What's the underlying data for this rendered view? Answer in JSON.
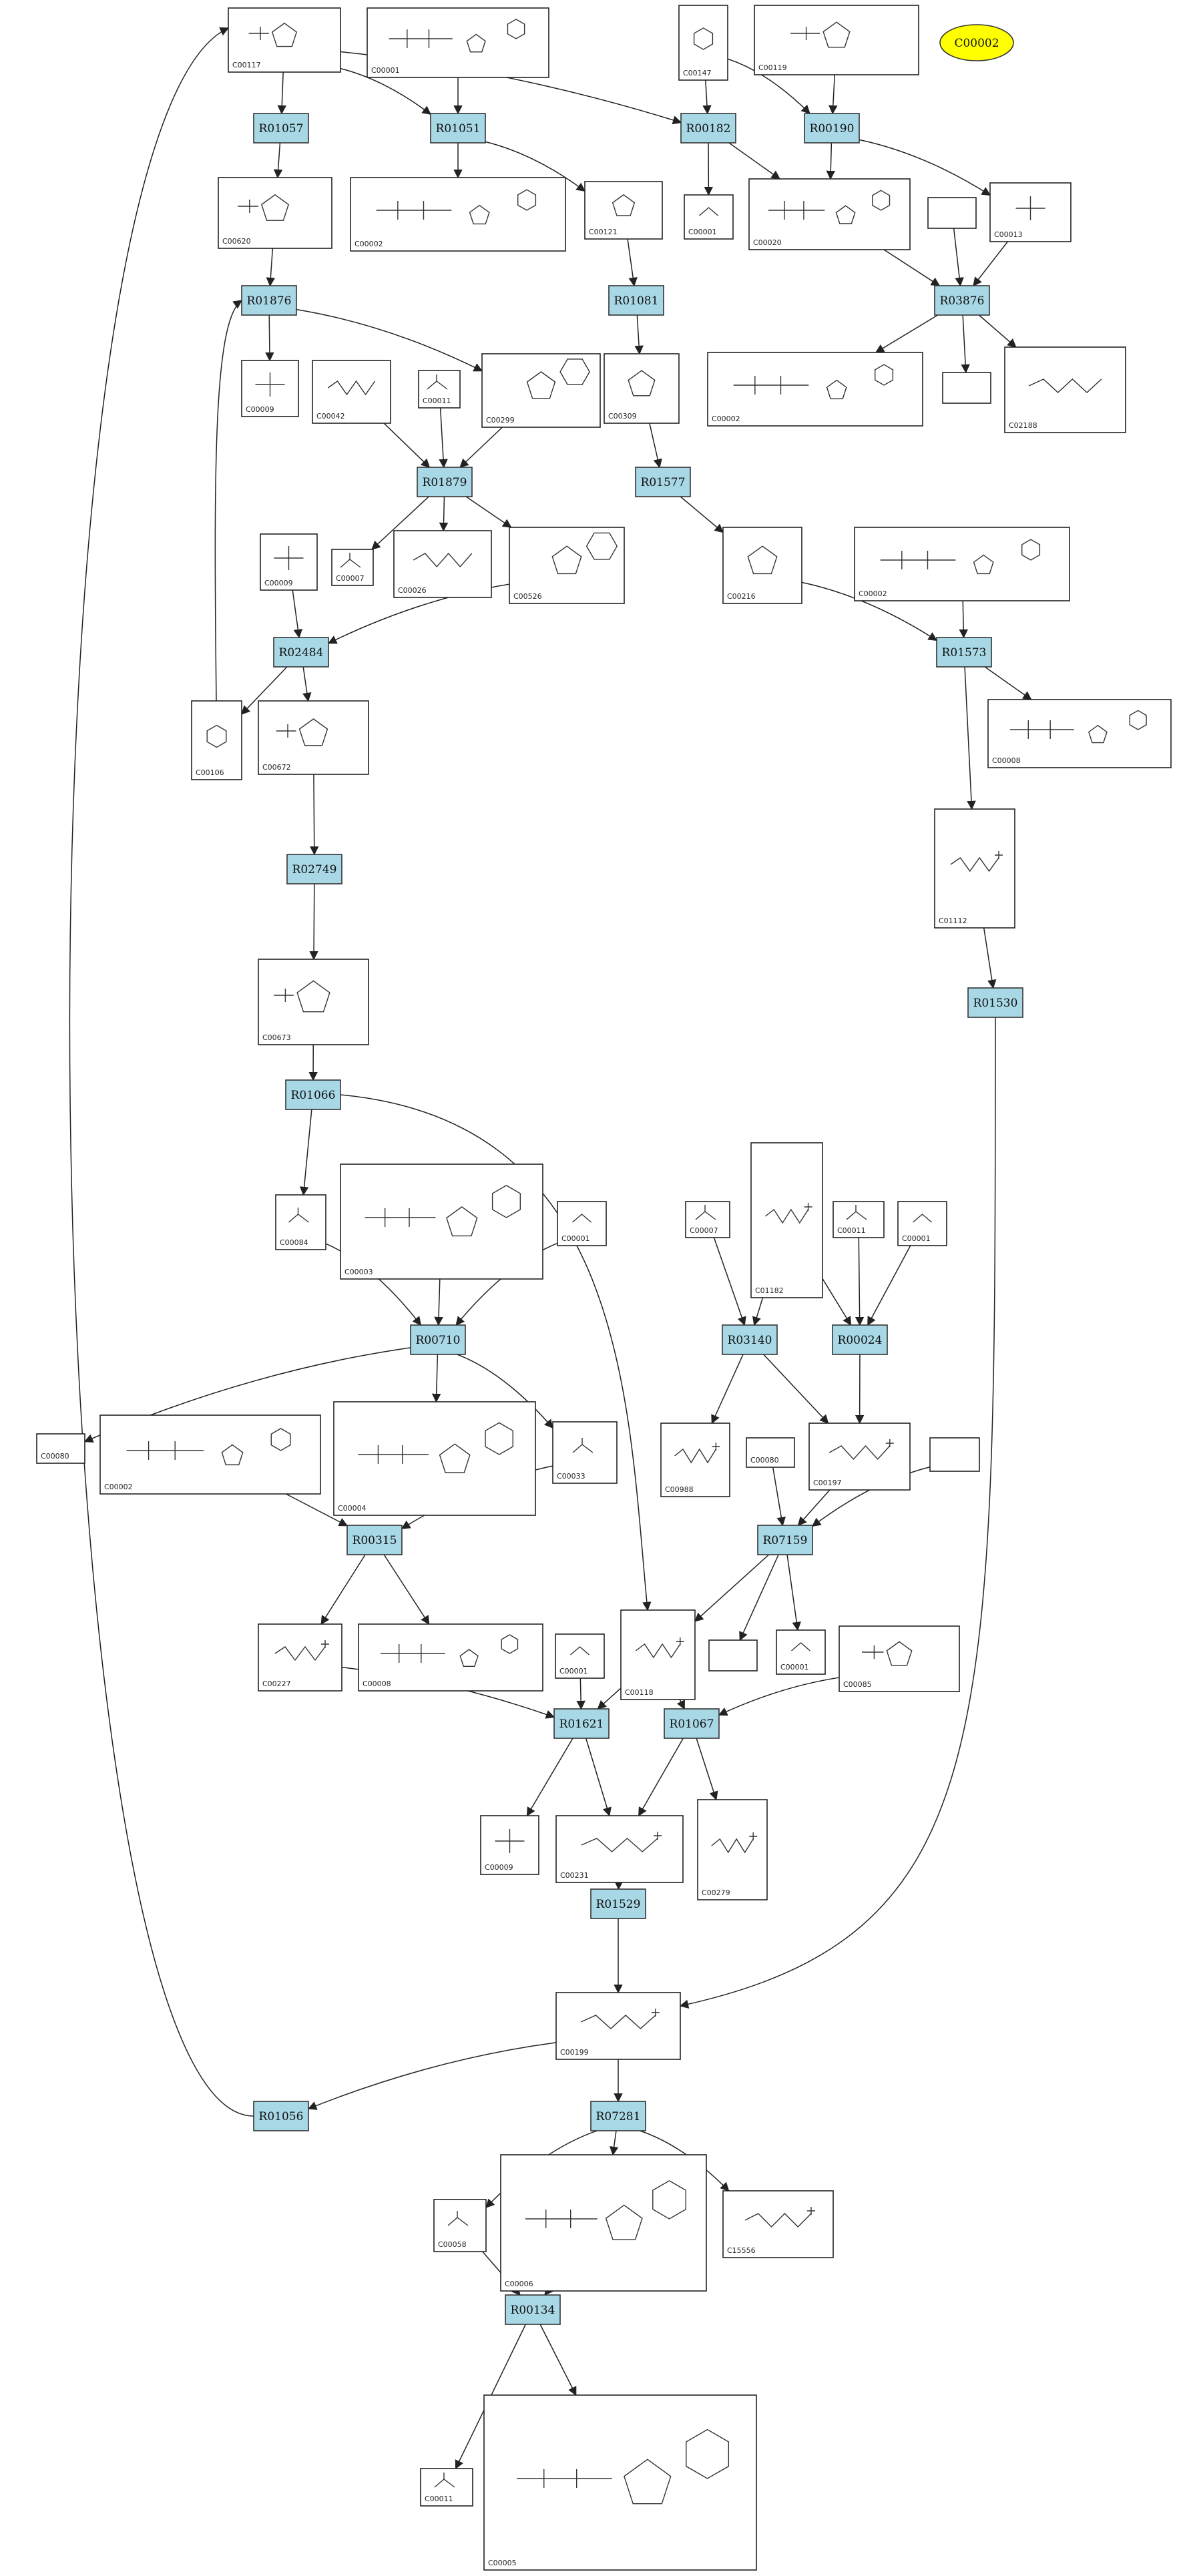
{
  "highlight": "C00002",
  "reactions": [
    {
      "id": "R01057",
      "label": "R01057"
    },
    {
      "id": "R01051",
      "label": "R01051"
    },
    {
      "id": "R00182",
      "label": "R00182"
    },
    {
      "id": "R00190",
      "label": "R00190"
    },
    {
      "id": "R01876",
      "label": "R01876"
    },
    {
      "id": "R01081",
      "label": "R01081"
    },
    {
      "id": "R03876",
      "label": "R03876"
    },
    {
      "id": "R01879",
      "label": "R01879"
    },
    {
      "id": "R01577",
      "label": "R01577"
    },
    {
      "id": "R02484",
      "label": "R02484"
    },
    {
      "id": "R01573",
      "label": "R01573"
    },
    {
      "id": "R02749",
      "label": "R02749"
    },
    {
      "id": "R01530",
      "label": "R01530"
    },
    {
      "id": "R01066",
      "label": "R01066"
    },
    {
      "id": "R00710",
      "label": "R00710"
    },
    {
      "id": "R03140",
      "label": "R03140"
    },
    {
      "id": "R00024",
      "label": "R00024"
    },
    {
      "id": "R00315",
      "label": "R00315"
    },
    {
      "id": "R07159",
      "label": "R07159"
    },
    {
      "id": "R01621",
      "label": "R01621"
    },
    {
      "id": "R01067",
      "label": "R01067"
    },
    {
      "id": "R01529",
      "label": "R01529"
    },
    {
      "id": "R01056",
      "label": "R01056"
    },
    {
      "id": "R07281",
      "label": "R07281"
    },
    {
      "id": "R00134",
      "label": "R00134"
    }
  ],
  "compounds": [
    {
      "id": "c00117",
      "label": "C00117",
      "kind": "ring-phosphate"
    },
    {
      "id": "c00001a",
      "label": "C00001",
      "kind": "nucleotide"
    },
    {
      "id": "c00147",
      "label": "C00147",
      "kind": "base"
    },
    {
      "id": "c00119",
      "label": "C00119",
      "kind": "ring-phosphate"
    },
    {
      "id": "c00620",
      "label": "C00620",
      "kind": "ring-phosphate"
    },
    {
      "id": "c00002a",
      "label": "C00002",
      "kind": "nucleotide"
    },
    {
      "id": "c00121",
      "label": "C00121",
      "kind": "ring"
    },
    {
      "id": "c00001b",
      "label": "C00001",
      "kind": "water"
    },
    {
      "id": "c00020",
      "label": "C00020",
      "kind": "nucleotide"
    },
    {
      "id": "blank1",
      "label": "",
      "kind": "blank"
    },
    {
      "id": "c00013",
      "label": "C00013",
      "kind": "phosphate"
    },
    {
      "id": "c00009a",
      "label": "C00009",
      "kind": "phosphate"
    },
    {
      "id": "c00042",
      "label": "C00042",
      "kind": "chain"
    },
    {
      "id": "c00011a",
      "label": "C00011",
      "kind": "small"
    },
    {
      "id": "c00299",
      "label": "C00299",
      "kind": "ring-base"
    },
    {
      "id": "c00309",
      "label": "C00309",
      "kind": "ring"
    },
    {
      "id": "c00002b",
      "label": "C00002",
      "kind": "nucleotide"
    },
    {
      "id": "blank2",
      "label": "",
      "kind": "blank"
    },
    {
      "id": "c02188",
      "label": "C02188",
      "kind": "chain"
    },
    {
      "id": "c00009b",
      "label": "C00009",
      "kind": "phosphate"
    },
    {
      "id": "c00007a",
      "label": "C00007",
      "kind": "small"
    },
    {
      "id": "c00026",
      "label": "C00026",
      "kind": "chain"
    },
    {
      "id": "c00526",
      "label": "C00526",
      "kind": "ring-base"
    },
    {
      "id": "c00216",
      "label": "C00216",
      "kind": "ring"
    },
    {
      "id": "c00002c",
      "label": "C00002",
      "kind": "nucleotide"
    },
    {
      "id": "c00106",
      "label": "C00106",
      "kind": "base"
    },
    {
      "id": "c00672",
      "label": "C00672",
      "kind": "ring-phosphate"
    },
    {
      "id": "c00008",
      "label": "C00008",
      "kind": "nucleotide"
    },
    {
      "id": "c01112",
      "label": "C01112",
      "kind": "chain-phosphate"
    },
    {
      "id": "c00673",
      "label": "C00673",
      "kind": "ring-phosphate"
    },
    {
      "id": "c00084",
      "label": "C00084",
      "kind": "small"
    },
    {
      "id": "c00003",
      "label": "C00003",
      "kind": "nucleotide"
    },
    {
      "id": "c00001c",
      "label": "C00001",
      "kind": "water"
    },
    {
      "id": "c01182",
      "label": "C01182",
      "kind": "chain-phosphate"
    },
    {
      "id": "c00007b",
      "label": "C00007",
      "kind": "small"
    },
    {
      "id": "c00011b",
      "label": "C00011",
      "kind": "small"
    },
    {
      "id": "c00001d",
      "label": "C00001",
      "kind": "water"
    },
    {
      "id": "c00080a",
      "label": "C00080",
      "kind": "proton"
    },
    {
      "id": "c00002d",
      "label": "C00002",
      "kind": "nucleotide"
    },
    {
      "id": "c00004",
      "label": "C00004",
      "kind": "nucleotide"
    },
    {
      "id": "c00033",
      "label": "C00033",
      "kind": "small"
    },
    {
      "id": "c00988",
      "label": "C00988",
      "kind": "chain-phosphate"
    },
    {
      "id": "c00080b",
      "label": "C00080",
      "kind": "proton"
    },
    {
      "id": "c00197",
      "label": "C00197",
      "kind": "chain-phosphate"
    },
    {
      "id": "blank3",
      "label": "",
      "kind": "blank"
    },
    {
      "id": "c00227",
      "label": "C00227",
      "kind": "chain-phosphate"
    },
    {
      "id": "c00008b",
      "label": "C00008",
      "kind": "nucleotide"
    },
    {
      "id": "c00001e",
      "label": "C00001",
      "kind": "water"
    },
    {
      "id": "c00118",
      "label": "C00118",
      "kind": "chain-phosphate"
    },
    {
      "id": "blank4",
      "label": "",
      "kind": "blank"
    },
    {
      "id": "c00001f",
      "label": "C00001",
      "kind": "water"
    },
    {
      "id": "c00085",
      "label": "C00085",
      "kind": "ring-phosphate"
    },
    {
      "id": "c00009c",
      "label": "C00009",
      "kind": "phosphate"
    },
    {
      "id": "c00231",
      "label": "C00231",
      "kind": "chain-phosphate"
    },
    {
      "id": "c00279",
      "label": "C00279",
      "kind": "chain-phosphate"
    },
    {
      "id": "c00199",
      "label": "C00199",
      "kind": "chain-phosphate"
    },
    {
      "id": "c00058",
      "label": "C00058",
      "kind": "small"
    },
    {
      "id": "c00006",
      "label": "C00006",
      "kind": "nucleotide"
    },
    {
      "id": "c15556",
      "label": "C15556",
      "kind": "chain-phosphate"
    },
    {
      "id": "c00011c",
      "label": "C00011",
      "kind": "small"
    },
    {
      "id": "c00005",
      "label": "C00005",
      "kind": "nucleotide"
    }
  ]
}
